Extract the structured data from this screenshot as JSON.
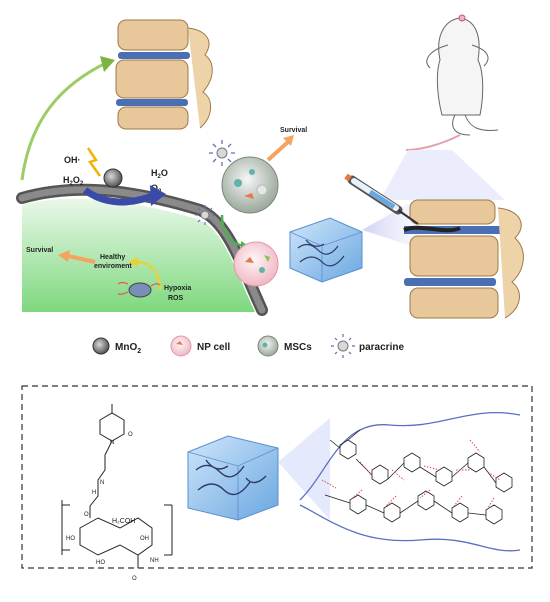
{
  "reactions": {
    "oh": "OH·",
    "h2o2_main": "H",
    "h2o2_sub1": "2",
    "h2o2_o": "O",
    "h2o2_sub2": "2",
    "h2o_main": "H",
    "h2o_sub": "2",
    "h2o_o": "O",
    "o2_main": "O",
    "o2_sub": "2"
  },
  "labels": {
    "survival_left": "Survival",
    "survival_top": "Survival",
    "healthy_line1": "Healthy",
    "healthy_line2": "enviroment",
    "hypoxia_line1": "Hypoxia",
    "hypoxia_line2": "ROS"
  },
  "legend": {
    "mno2_main": "MnO",
    "mno2_sub": "2",
    "np_cell": "NP cell",
    "mscs": "MSCs",
    "paracrine": "paracrine"
  },
  "chem": {
    "h2coh": "H₂COH",
    "ho1": "HO",
    "ho2": "HO",
    "oh1": "OH",
    "o1": "O",
    "o2": "O",
    "nh": "NH",
    "n1": "N",
    "h1": "H",
    "n2": "N",
    "o3": "O"
  },
  "colors": {
    "green_arrow": "#7cb342",
    "blue_arrow": "#3a4aa8",
    "orange_arrow": "#f4a460",
    "yellow_arrow": "#e8d23a",
    "tissue": "#8fdc8f",
    "hydrogel": "#7fb6e8",
    "bone": "#e8c79a",
    "disc": "#4a6fb5"
  }
}
